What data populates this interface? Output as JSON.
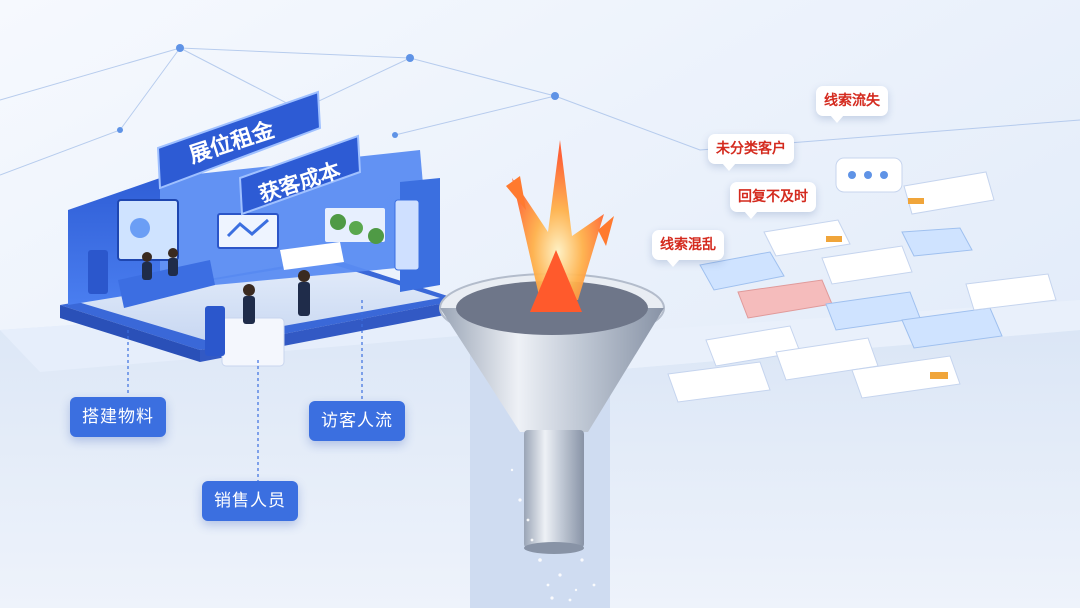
{
  "booth": {
    "sign_rent": "展位租金",
    "sign_acquisition": "获客成本"
  },
  "labels": {
    "materials": "搭建物料",
    "visitors": "访客人流",
    "sales": "销售人员"
  },
  "issues": {
    "leads_lost": "线索流失",
    "unclassified": "未分类客户",
    "late_reply": "回复不及时",
    "leads_chaos": "线索混乱"
  },
  "colors": {
    "brand_blue": "#3b6fe0",
    "alert_red": "#d42a1e",
    "funnel_silver": "#c9d0dc",
    "flame_orange": "#ff7a2f"
  },
  "icons": [
    "exhibition-booth-icon",
    "funnel-icon",
    "flame-icon",
    "lead-card-icon",
    "chat-bubble-icon"
  ]
}
